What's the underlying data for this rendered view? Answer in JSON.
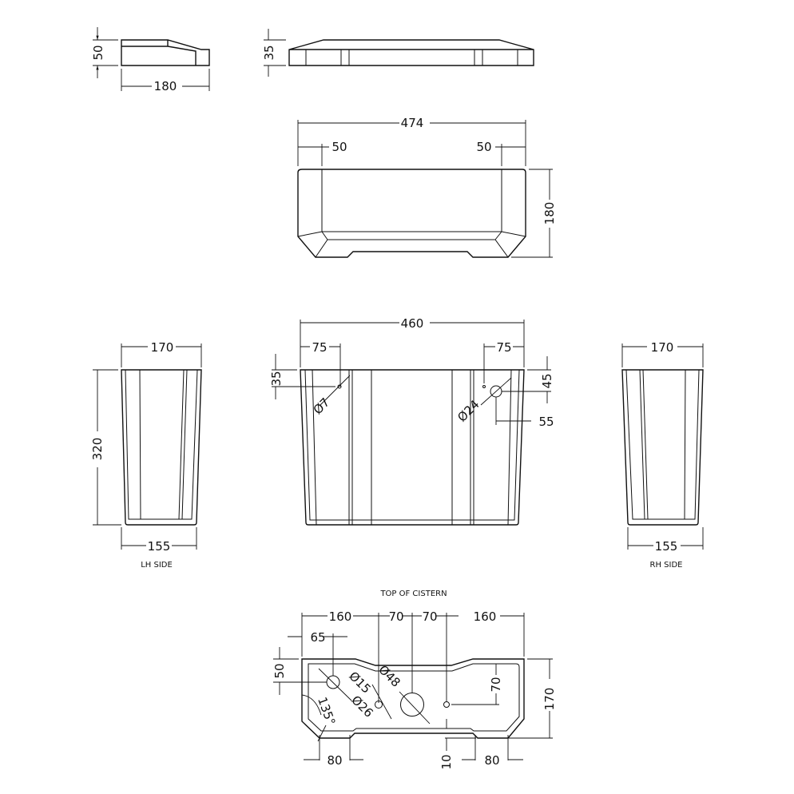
{
  "lid_side": {
    "height": "50",
    "width": "180"
  },
  "lid_front": {
    "height": "35"
  },
  "lid_top": {
    "width": "474",
    "left_inset": "50",
    "right_inset": "50",
    "depth": "180"
  },
  "lh_side": {
    "top_width": "170",
    "height": "320",
    "bottom_width": "155",
    "caption": "LH SIDE"
  },
  "rh_side": {
    "top_width": "170",
    "bottom_width": "155",
    "caption": "RH SIDE"
  },
  "front": {
    "width": "460",
    "left_hole_offset": "75",
    "right_hole_offset": "75",
    "left_hole_drop": "35",
    "left_hole_dia": "Ø7",
    "right_hole_dia": "Ø24",
    "right_hole_drop": "45",
    "right_hole_edge": "55"
  },
  "top_of_cistern": {
    "caption": "TOP OF CISTERN",
    "dims_top": [
      "160",
      "70",
      "70",
      "160"
    ],
    "hole_offset": "65",
    "hole_drop": "50",
    "depth": "170",
    "right_hole_drop": "70",
    "dia_15": "Ø15",
    "dia_26": "Ø26",
    "dia_48": "Ø48",
    "angle": "135°",
    "foot_left": "80",
    "foot_right": "80",
    "recess": "10"
  }
}
